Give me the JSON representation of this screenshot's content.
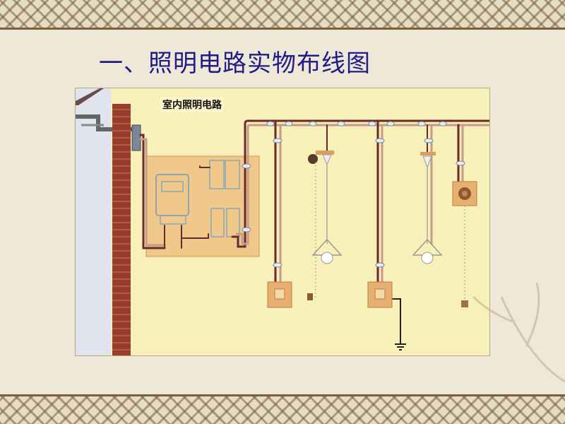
{
  "slide": {
    "title": "一、照明电路实物布线图"
  },
  "figure": {
    "label": "室内照明电路"
  },
  "colors": {
    "title": "#1f1b8a",
    "wall_brick": "#9a3c2a",
    "board": "#f0c98a",
    "wire_dark": "#6a2a2a",
    "wire_light": "#c79a8c"
  },
  "icons": [
    "ornament-border",
    "lamp-icon",
    "switch-icon",
    "socket-icon",
    "ground-icon",
    "meter-icon",
    "fuse-icon"
  ]
}
